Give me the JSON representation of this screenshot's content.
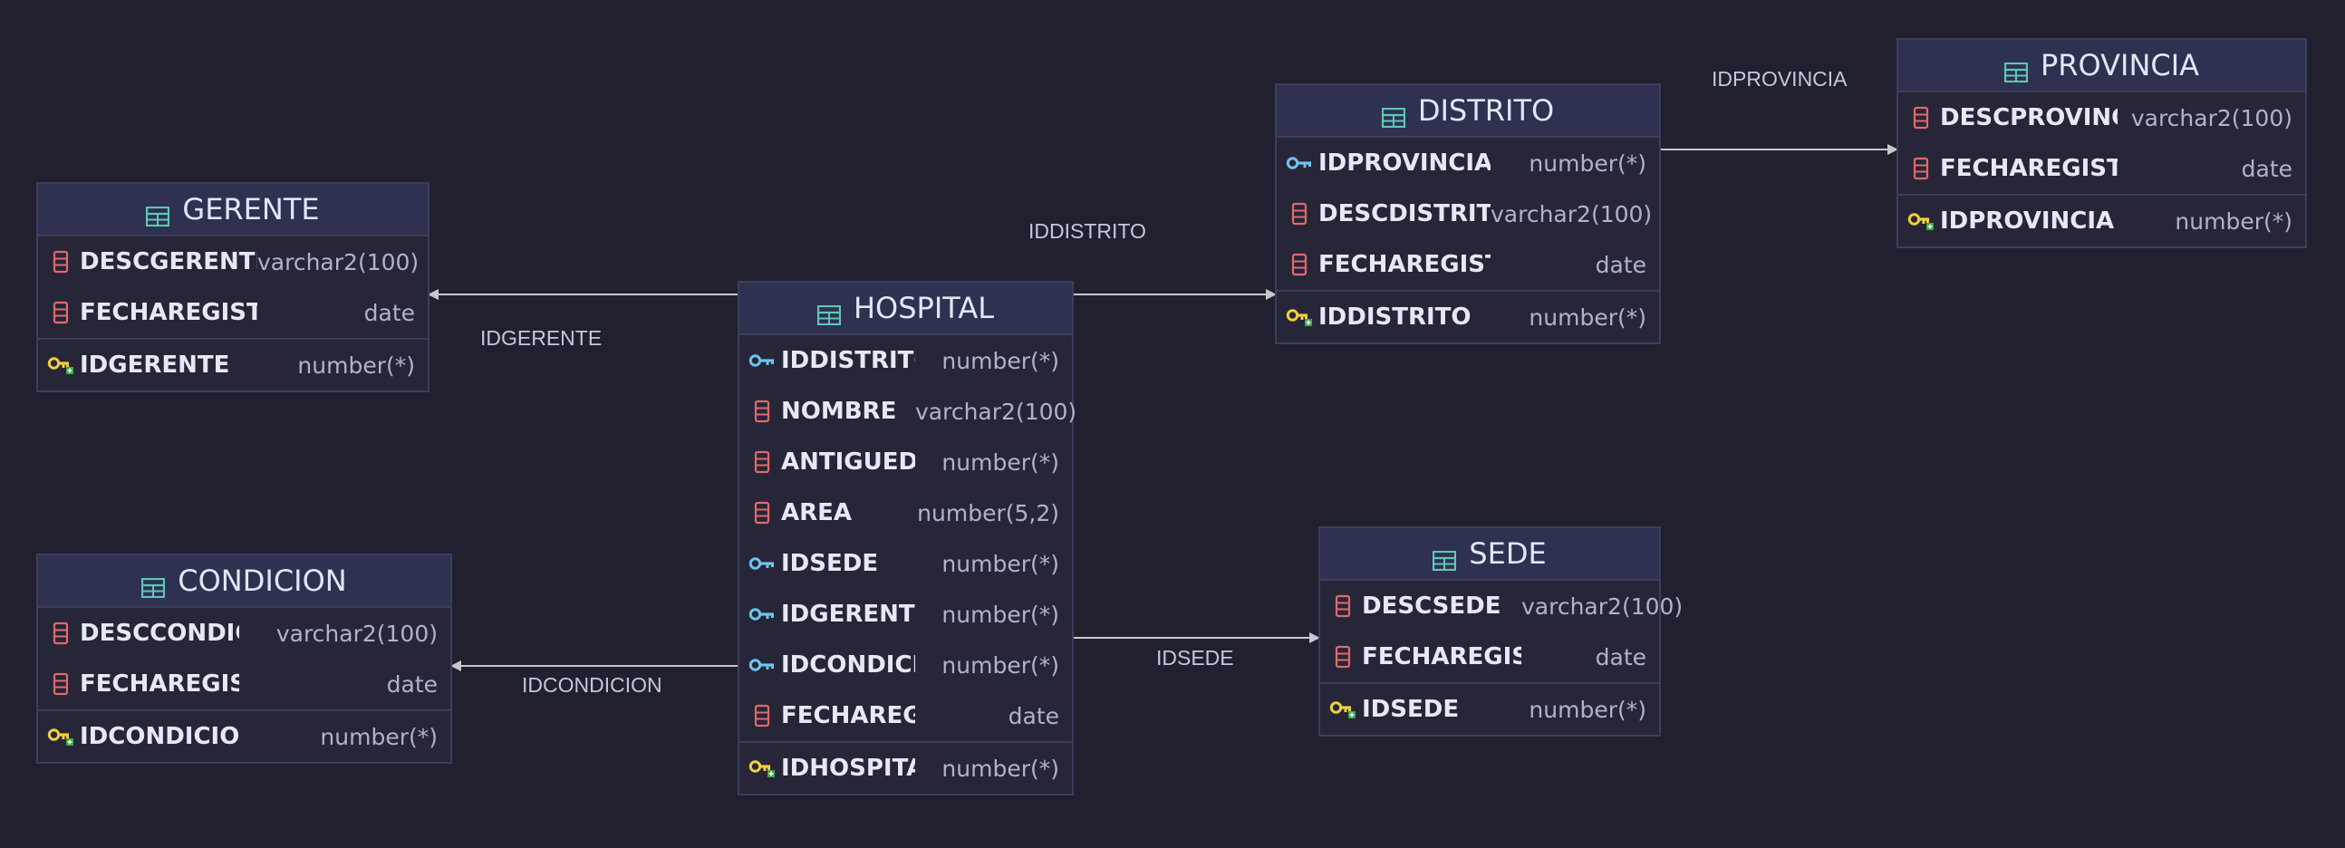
{
  "diagram": {
    "entities": {
      "gerente": {
        "name": "GERENTE",
        "columns": [
          {
            "name": "DESCGERENTE",
            "type": "varchar2(100)"
          },
          {
            "name": "FECHAREGISTRO",
            "type": "date"
          }
        ],
        "pk": {
          "name": "IDGERENTE",
          "type": "number(*)"
        }
      },
      "hospital": {
        "name": "HOSPITAL",
        "columns": [
          {
            "name": "IDDISTRITO",
            "type": "number(*)",
            "key": "fk"
          },
          {
            "name": "NOMBRE",
            "type": "varchar2(100)",
            "key": "none"
          },
          {
            "name": "ANTIGUEDAD",
            "type": "number(*)",
            "key": "none"
          },
          {
            "name": "AREA",
            "type": "number(5,2)",
            "key": "none"
          },
          {
            "name": "IDSEDE",
            "type": "number(*)",
            "key": "fk"
          },
          {
            "name": "IDGERENTE",
            "type": "number(*)",
            "key": "fk"
          },
          {
            "name": "IDCONDICION",
            "type": "number(*)",
            "key": "fk"
          },
          {
            "name": "FECHAREGISTRO",
            "type": "date",
            "key": "none"
          }
        ],
        "pk": {
          "name": "IDHOSPITAL",
          "type": "number(*)"
        }
      },
      "distrito": {
        "name": "DISTRITO",
        "columns": [
          {
            "name": "IDPROVINCIA",
            "type": "number(*)",
            "key": "fk"
          },
          {
            "name": "DESCDISTRITO",
            "type": "varchar2(100)",
            "key": "none"
          },
          {
            "name": "FECHAREGISTRO",
            "type": "date",
            "key": "none"
          }
        ],
        "pk": {
          "name": "IDDISTRITO",
          "type": "number(*)"
        }
      },
      "provincia": {
        "name": "PROVINCIA",
        "columns": [
          {
            "name": "DESCPROVINCIA",
            "type": "varchar2(100)"
          },
          {
            "name": "FECHAREGISTRO",
            "type": "date"
          }
        ],
        "pk": {
          "name": "IDPROVINCIA",
          "type": "number(*)"
        }
      },
      "condicion": {
        "name": "CONDICION",
        "columns": [
          {
            "name": "DESCCONDICION",
            "type": "varchar2(100)"
          },
          {
            "name": "FECHAREGISTRO",
            "type": "date"
          }
        ],
        "pk": {
          "name": "IDCONDICION",
          "type": "number(*)"
        }
      },
      "sede": {
        "name": "SEDE",
        "columns": [
          {
            "name": "DESCSEDE",
            "type": "varchar2(100)"
          },
          {
            "name": "FECHAREGISTRO",
            "type": "date"
          }
        ],
        "pk": {
          "name": "IDSEDE",
          "type": "number(*)"
        }
      }
    },
    "relationships": [
      {
        "label": "IDGERENTE",
        "from": "HOSPITAL",
        "to": "GERENTE"
      },
      {
        "label": "IDDISTRITO",
        "from": "HOSPITAL",
        "to": "DISTRITO"
      },
      {
        "label": "IDPROVINCIA",
        "from": "DISTRITO",
        "to": "PROVINCIA"
      },
      {
        "label": "IDCONDICION",
        "from": "HOSPITAL",
        "to": "CONDICION"
      },
      {
        "label": "IDSEDE",
        "from": "HOSPITAL",
        "to": "SEDE"
      }
    ],
    "colors": {
      "background": "#20202f",
      "header": "#2e3150",
      "border": "#3b3e5c",
      "table_icon": "#5ec8b4",
      "column_icon": "#e06a6a",
      "fk_icon": "#6ec4ee",
      "pk_icon": "#f2cf3a",
      "edge": "#c8c8cc"
    }
  }
}
